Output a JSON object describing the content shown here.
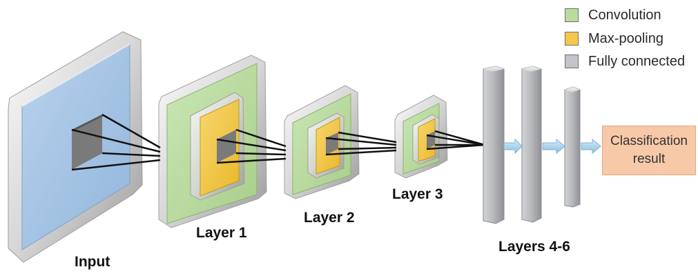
{
  "legend": [
    {
      "label": "Convolution",
      "color": "#b9dc9c"
    },
    {
      "label": "Max-pooling",
      "color": "#f5c84a"
    },
    {
      "label": "Fully connected",
      "color": "#c2c4c9"
    }
  ],
  "captions": {
    "input": "Input",
    "layer1": "Layer 1",
    "layer2": "Layer 2",
    "layer3": "Layer 3",
    "layers46": "Layers 4-6"
  },
  "result": {
    "line1": "Classification",
    "line2": "result"
  },
  "colors": {
    "input_plate": "#a7c5e3",
    "convolution": "#b9dc9c",
    "maxpool": "#f5c84a",
    "fully_connected": "#bcbec3",
    "result_box": "#f7c9a8",
    "arrow": "#a9cde6"
  },
  "icons": [
    "kernel-square-icon",
    "arrow-right-icon"
  ]
}
